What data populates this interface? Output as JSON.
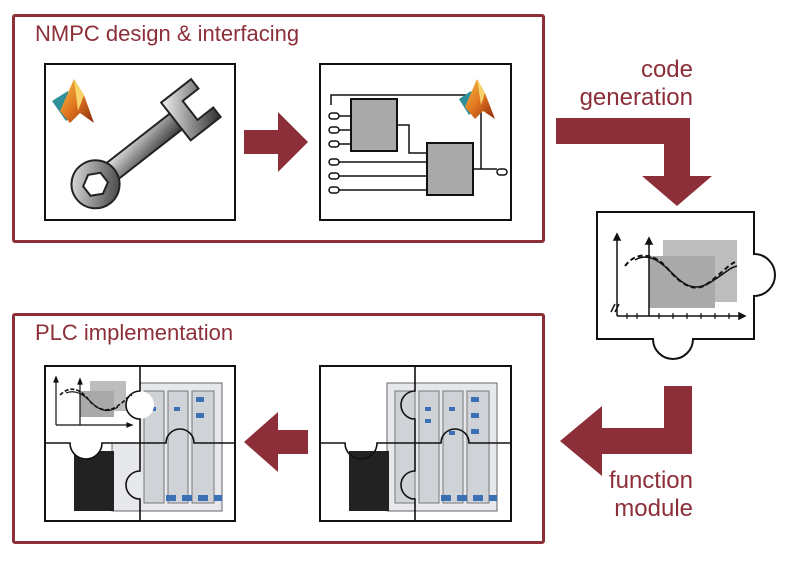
{
  "colors": {
    "accent": "#8c2f39",
    "arrow": "#8c2f39",
    "line": "#111111",
    "block_fill": "#a9a9a9",
    "plot_shadow": "#bdbdbd"
  },
  "top_frame": {
    "title": "NMPC design & interfacing"
  },
  "bottom_frame": {
    "title": "PLC implementation"
  },
  "captions": {
    "code_generation": [
      "code",
      "generation"
    ],
    "function_module": [
      "function",
      "module"
    ]
  },
  "icons": {
    "design_tool": "matlab-wrench-icon",
    "simulink_model": "simulink-block-diagram-icon",
    "function_module": "puzzle-plot-icon",
    "plc_hardware": "plc-puzzle-icon"
  }
}
